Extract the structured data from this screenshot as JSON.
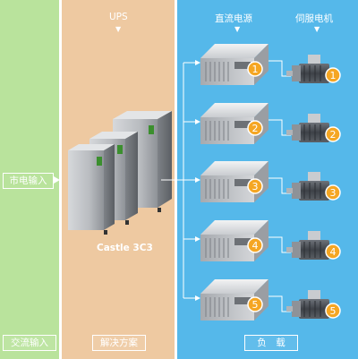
{
  "header": {
    "ups": "UPS",
    "dc_power": "直流电源",
    "servo_motor": "伺服电机",
    "marker": "▼"
  },
  "input_label": "市电输入",
  "model_label": "Castle 3C3",
  "footer": {
    "ac_input": "交流输入",
    "solution": "解决方案",
    "load": "负　载"
  },
  "units": [
    {
      "number": "1"
    },
    {
      "number": "2"
    },
    {
      "number": "3"
    },
    {
      "number": "4"
    },
    {
      "number": "5"
    }
  ],
  "colors": {
    "ac_column": "#b9e39c",
    "solution_column": "#eec9a1",
    "load_column": "#55b8ea",
    "number_badge": "#f5a623"
  }
}
